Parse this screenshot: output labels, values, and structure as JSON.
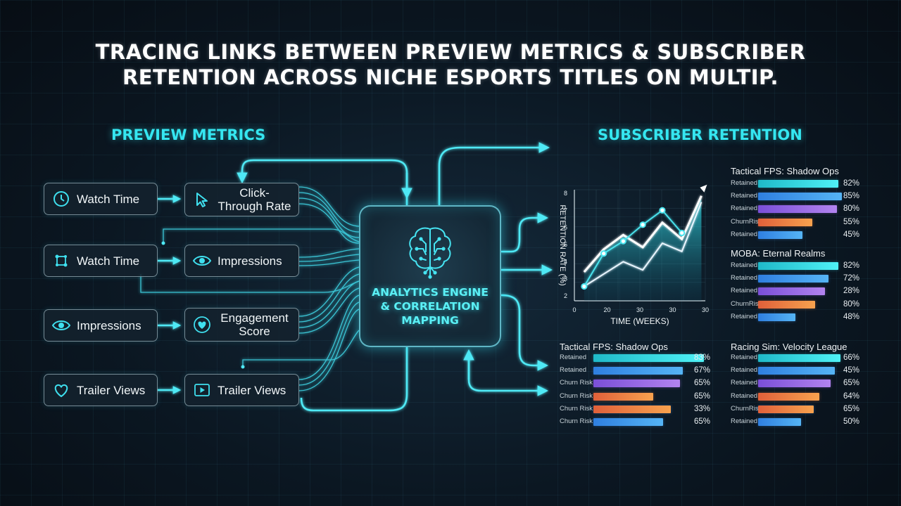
{
  "title_line1": "TRACING LINKS BETWEEN PREVIEW METRICS & SUBSCRIBER",
  "title_line2": "RETENTION ACROSS NICHE ESPORTS TITLES ON MULTIP.",
  "left_section": "PREVIEW METRICS",
  "right_section": "SUBSCRIBER RETENTION",
  "colors": {
    "accent": "#35e6f0",
    "cyan": "#2fd3df",
    "blue": "#3b8fe8",
    "purple": "#9b6be6",
    "orange": "#f07a40",
    "orange2": "#f08a35"
  },
  "nodes": [
    {
      "label": "Watch Time",
      "icon": "clock-icon"
    },
    {
      "label": "Click-Through Rate",
      "icon": "cursor-icon"
    },
    {
      "label": "Watch Time",
      "icon": "network-icon"
    },
    {
      "label": "Impressions",
      "icon": "eye-icon"
    },
    {
      "label": "Impressions",
      "icon": "eye-icon"
    },
    {
      "label": "Engagement Score",
      "icon": "heart-icon"
    },
    {
      "label": "Trailer Views",
      "icon": "heart-icon"
    },
    {
      "label": "Trailer Views",
      "icon": "play-icon"
    }
  ],
  "engine": {
    "line1": "ANALYTICS ENGINE",
    "line2": "& CORRELATION",
    "line3": "MAPPING",
    "icon": "brain-icon"
  },
  "chart_data": [
    {
      "type": "line",
      "xlabel": "TIME (WEEKS)",
      "ylabel": "RETENTION RATE (%)",
      "x_ticks": [
        "0",
        "20",
        "30",
        "30",
        "30"
      ],
      "y_ticks": [
        "8",
        "7",
        "6",
        "5",
        "4",
        "3",
        "2"
      ],
      "series": [
        {
          "x": [
            1,
            2,
            3,
            4,
            5,
            6,
            7
          ],
          "y": [
            1.3,
            1.9,
            2.5,
            2.1,
            3.4,
            3.0,
            5.4
          ]
        },
        {
          "x": [
            1,
            2,
            3,
            4,
            5,
            6,
            7
          ],
          "y": [
            2.0,
            3.1,
            3.8,
            3.2,
            4.4,
            3.6,
            5.7
          ]
        },
        {
          "x": [
            1,
            2,
            3,
            4,
            5,
            6
          ],
          "y": [
            1.3,
            2.9,
            3.5,
            4.3,
            5.0,
            3.9
          ]
        }
      ]
    },
    {
      "type": "bar",
      "title": "Tactical FPS: Shadow Ops",
      "categories": [
        "Retained",
        "Retained",
        "Retained",
        "ChurnRisk",
        "Retained"
      ],
      "values": [
        82,
        85,
        80,
        55,
        45
      ],
      "value_labels": [
        "82%",
        "85%",
        "80%",
        "55%",
        "45%"
      ]
    },
    {
      "type": "bar",
      "title": "MOBA: Eternal Realms",
      "categories": [
        "Retained",
        "Retained",
        "Retained",
        "ChurnRisk",
        "Retained"
      ],
      "values": [
        82,
        72,
        68,
        58,
        38
      ],
      "value_labels": [
        "82%",
        "72%",
        "28%",
        "80%",
        "48%"
      ]
    },
    {
      "type": "bar",
      "title": "Tactical FPS: Shadow Ops",
      "categories": [
        "Retained",
        "Retained",
        "Churn Risk",
        "Churn Risk",
        "Churn Risk",
        "Churn Risk"
      ],
      "values": [
        83,
        67,
        65,
        45,
        58,
        52
      ],
      "value_labels": [
        "83%",
        "67%",
        "65%",
        "65%",
        "33%",
        "65%"
      ]
    },
    {
      "type": "bar",
      "title": "Racing Sim: Velocity League",
      "categories": [
        "Retained",
        "Retained",
        "Retained",
        "Retained",
        "ChurnRisk",
        "Retained"
      ],
      "values": [
        86,
        80,
        76,
        64,
        58,
        45
      ],
      "value_labels": [
        "66%",
        "45%",
        "65%",
        "64%",
        "65%",
        "50%"
      ]
    }
  ]
}
